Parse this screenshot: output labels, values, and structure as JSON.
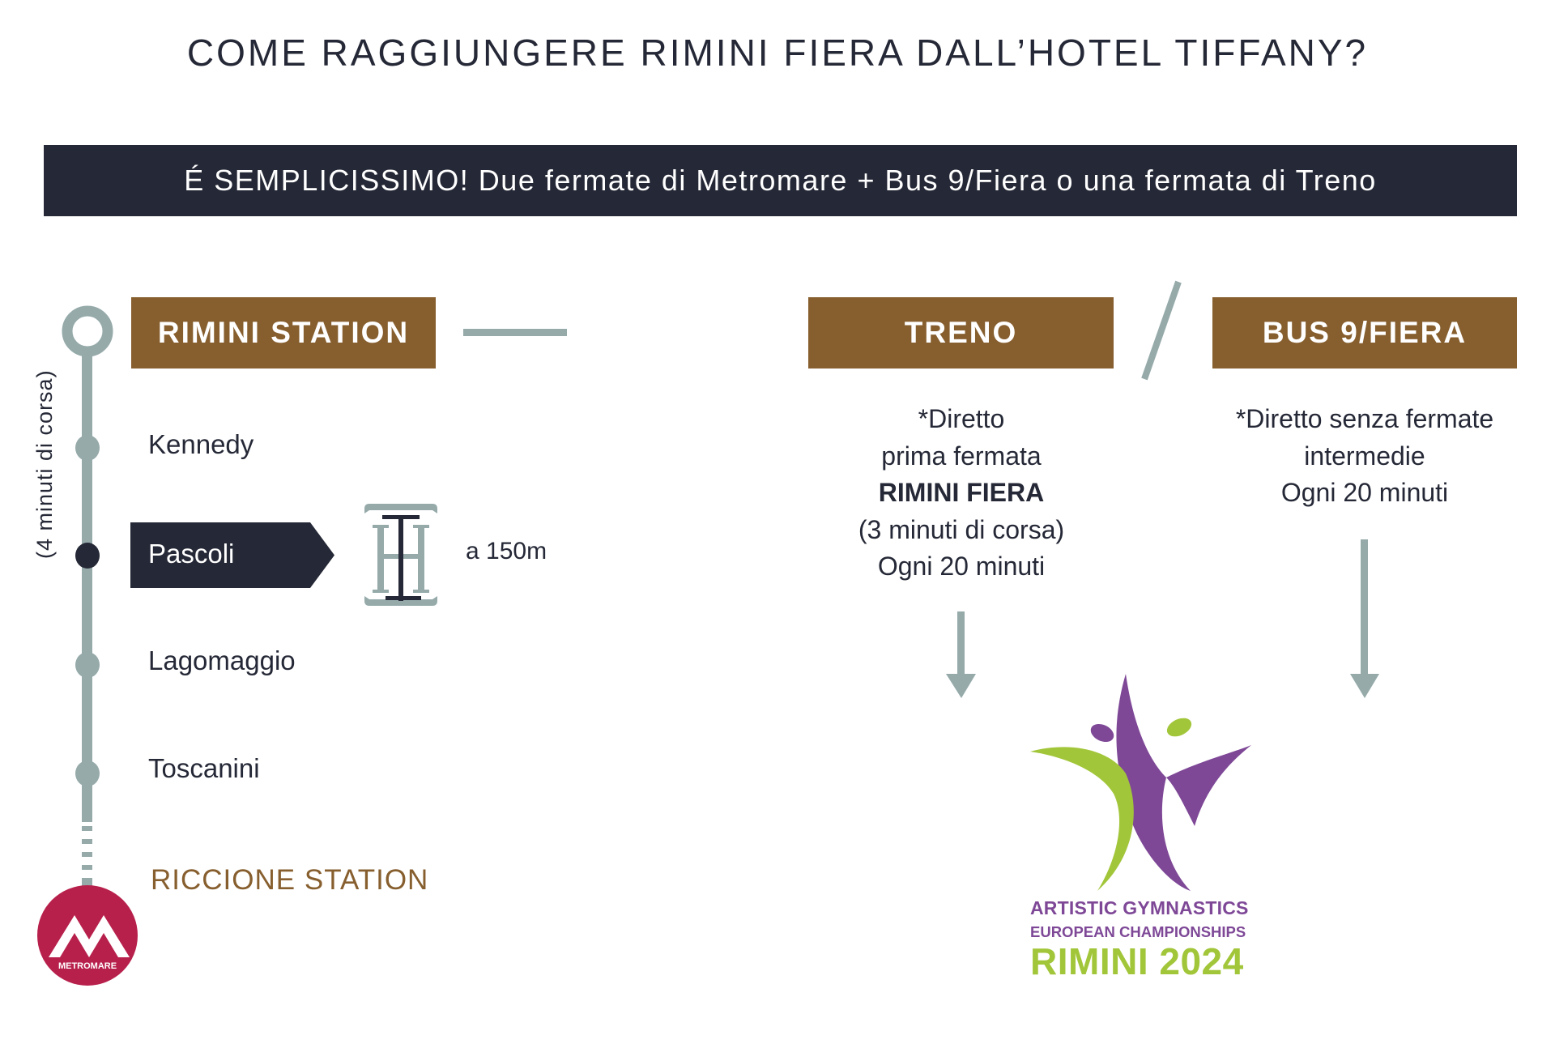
{
  "header": {
    "title": "COME RAGGIUNGERE RIMINI FIERA DALL’HOTEL TIFFANY?",
    "banner": "É SEMPLICISSIMO! Due fermate di Metromare + Bus 9/Fiera o una fermata di Treno"
  },
  "metro_line": {
    "start_station": "RIMINI STATION",
    "travel_time": "(4 minuti di corsa)",
    "stops": [
      {
        "name": "Kennedy",
        "highlighted": false
      },
      {
        "name": "Pascoli",
        "highlighted": true
      },
      {
        "name": "Lagomaggio",
        "highlighted": false
      },
      {
        "name": "Toscanini",
        "highlighted": false
      }
    ],
    "end_station": "RICCIONE STATION",
    "logo_text": "METROMARE",
    "hotel_distance": "a 150m"
  },
  "options": {
    "treno": {
      "label": "TRENO",
      "lines": [
        "*Diretto",
        "prima fermata",
        "RIMINI FIERA",
        "(3 minuti di corsa)",
        "Ogni 20 minuti"
      ]
    },
    "separator": "/",
    "bus": {
      "label": "BUS 9/FIERA",
      "lines": [
        "*Diretto senza fermate",
        "intermedie",
        "Ogni 20 minuti"
      ]
    }
  },
  "event_logo": {
    "line1": "ARTISTIC GYMNASTICS",
    "line2": "EUROPEAN CHAMPIONSHIPS",
    "line3": "RIMINI 2024"
  },
  "colors": {
    "dark": "#252836",
    "brown": "#875f2f",
    "rail": "#96aaaa",
    "metromare_red": "#b8204c",
    "purple": "#7e4897",
    "green": "#a2c63a"
  }
}
